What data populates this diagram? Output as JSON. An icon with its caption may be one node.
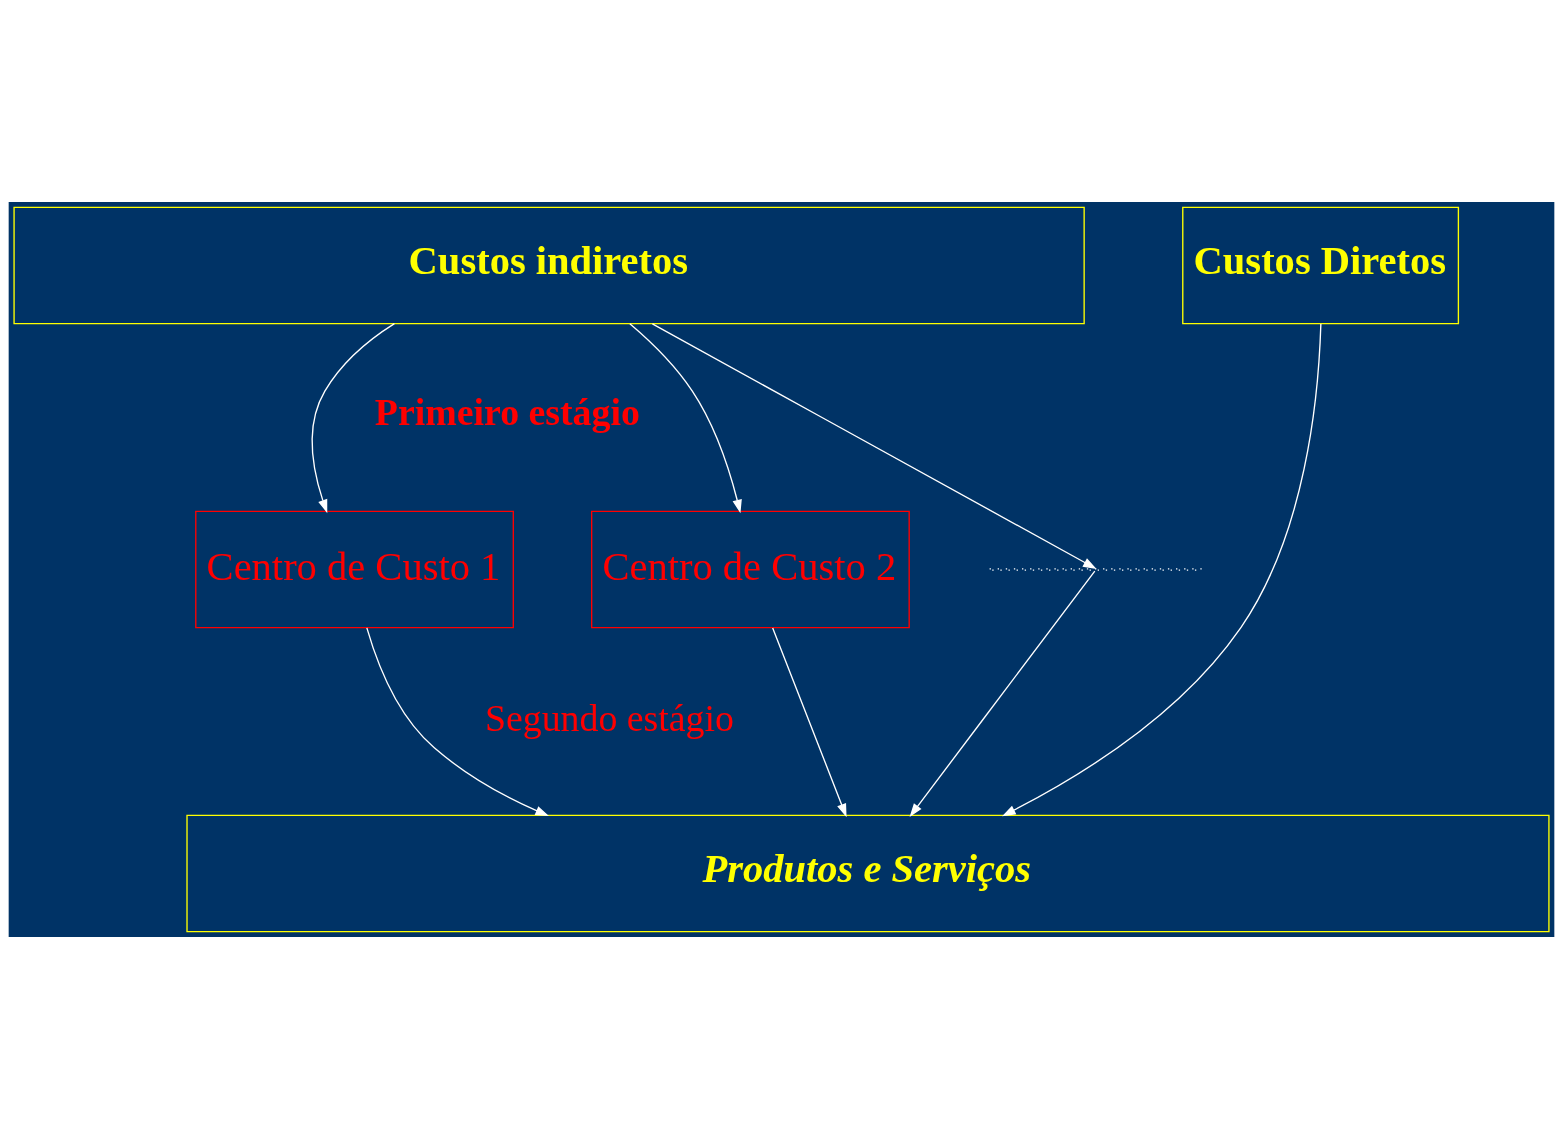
{
  "diagram": {
    "nodes": [
      {
        "text": [
          "Custos indiretos"
        ]
      },
      {
        "text": [
          "Custos Diretos"
        ]
      },
      {
        "text": [
          "Centro de Custo 1"
        ]
      },
      {
        "text": [
          "Centro de Custo 2"
        ]
      },
      {
        "text": [],
        "shape": "bar"
      },
      {
        "text": [
          "Produtos e Serviços"
        ]
      }
    ],
    "edges": [
      {
        "from": 0,
        "to": 2,
        "arrow": "to"
      },
      {
        "from": 0,
        "to": 3,
        "arrow": "to"
      },
      {
        "from": 0,
        "to": 4,
        "arrow": "to"
      },
      {
        "from": 2,
        "to": 5,
        "arrow": "to"
      },
      {
        "from": 3,
        "to": 5,
        "arrow": "to"
      },
      {
        "from": 4,
        "to": 5,
        "arrow": "to"
      },
      {
        "from": 1,
        "to": 5,
        "arrow": "to"
      }
    ],
    "labels": [
      "Primeiro estágio",
      "Segundo estágio"
    ]
  }
}
